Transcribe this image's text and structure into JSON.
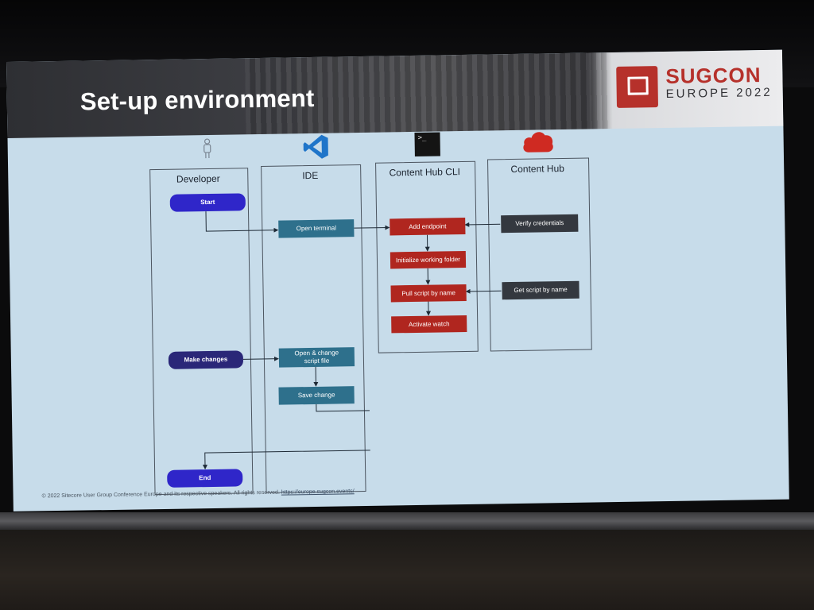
{
  "slide": {
    "title": "Set-up environment",
    "logo": {
      "main": "SUGCON",
      "sub": "EUROPE 2022"
    }
  },
  "lanes": [
    {
      "label": "Developer",
      "icon": "person-icon"
    },
    {
      "label": "IDE",
      "icon": "vscode-icon"
    },
    {
      "label": "Content Hub CLI",
      "icon": "terminal-icon"
    },
    {
      "label": "Content Hub",
      "icon": "cloud-icon"
    }
  ],
  "steps": {
    "start": "Start",
    "open_terminal": "Open terminal",
    "add_endpoint": "Add endpoint",
    "verify_credentials": "Verify credentials",
    "initialize_folder": "Initialize working folder",
    "pull_script": "Pull script by name",
    "get_script": "Get script by name",
    "activate_watch": "Activate watch",
    "make_changes": "Make changes",
    "open_change": "Open & change script file",
    "save_change": "Save change",
    "end": "End"
  },
  "colors": {
    "pill": "#2f26c9",
    "teal": "#2e708c",
    "red": "#b0261f",
    "gray": "#34383f",
    "brand": "#b6312b"
  },
  "footer": {
    "text": "© 2022 Sitecore User Group Conference Europe and its respective speakers.  All rights reserved.",
    "link": "https://europe.sugcon.events/"
  }
}
